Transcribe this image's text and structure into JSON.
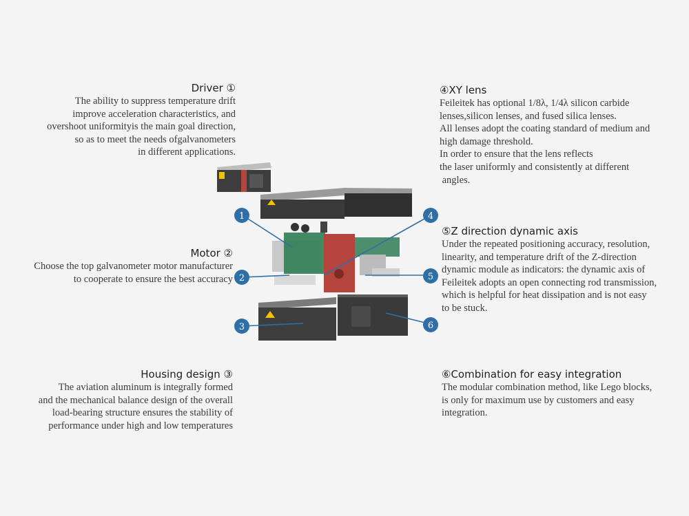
{
  "sections": {
    "driver": {
      "title": "Driver ①",
      "lines": [
        "The ability to suppress temperature drift",
        "improve acceleration characteristics, and",
        "overshoot uniformityis the main goal direction,",
        "so as to meet the needs ofgalvanometers",
        "in different applications."
      ]
    },
    "motor": {
      "title": "Motor ②",
      "lines": [
        "Choose the top galvanometer motor manufacturer",
        "to cooperate to ensure the best accuracy"
      ]
    },
    "housing": {
      "title": "Housing design ③",
      "lines": [
        "The aviation aluminum is integrally formed",
        "and the mechanical balance design of the overall",
        "load-bearing structure ensures the stability of",
        "performance under high and low temperatures"
      ]
    },
    "xy_lens": {
      "title": "④XY lens",
      "lines": [
        "Feileitek has optional 1/8λ, 1/4λ silicon carbide",
        "lenses,silicon lenses, and fused silica lenses.",
        "All lenses adopt the coating standard of medium and",
        "high damage threshold.",
        "In order to ensure that the lens reflects",
        "the laser uniformly and consistently at different",
        " angles."
      ]
    },
    "z_axis": {
      "title": "⑤Z direction dynamic axis",
      "lines": [
        "Under the repeated positioning accuracy, resolution,",
        "linearity, and temperature drift of the Z-direction",
        "dynamic module as indicators: the dynamic axis of",
        "Feileitek adopts an open connecting rod transmission,",
        "which is helpful for heat dissipation and is not easy",
        "to be stuck."
      ]
    },
    "combination": {
      "title": "⑥Combination for easy integration",
      "lines": [
        "The modular combination method, like Lego blocks,",
        "is only for maximum use by customers and easy",
        "integration."
      ]
    }
  },
  "badges": [
    "1",
    "2",
    "3",
    "4",
    "5",
    "6"
  ],
  "colors": {
    "badge": "#2f6fa6",
    "housing": "#3d3d3d",
    "pcb": "#2f7d54",
    "red_mount": "#b5443d",
    "warning_label": "#f2c200"
  }
}
